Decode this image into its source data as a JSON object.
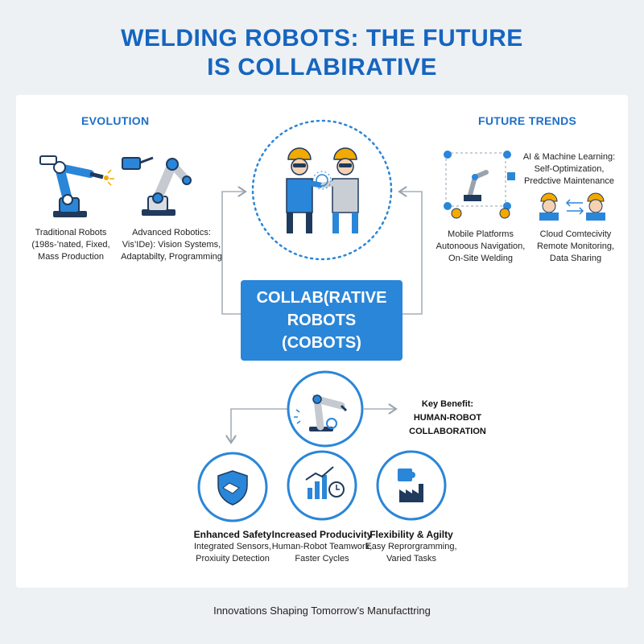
{
  "title": {
    "line1": "WELDING ROBOTS: THE FUTURE",
    "line2": "IS COLLABIRATIVE"
  },
  "evolution": {
    "heading": "EVOLUTION",
    "items": [
      {
        "lines": [
          "Traditional Robots",
          "(198s-’nated, Fixed,",
          "Mass Production"
        ],
        "icon": "robot-arm-icon"
      },
      {
        "lines": [
          "Advanced Robotics:",
          "Vis’IDe): Vision Systems,",
          "Adaptabilty, Programming"
        ],
        "icon": "robot-arm-icon"
      }
    ]
  },
  "future_trends": {
    "heading": "FUTURE TRENDS",
    "items": [
      {
        "lines": [
          "AI & Machine Learning:",
          "Self-Optimization,",
          "Predctive Maintenance"
        ],
        "icon": "ai-network-icon"
      },
      {
        "lines": [
          "Mobile Platforms",
          "Autonoous Navigation,",
          "On-Site Welding"
        ],
        "icon": "mobile-robot-icon"
      },
      {
        "lines": [
          "Cloud Comtecivity",
          "Remote Monitoring,",
          "Data Sharing"
        ],
        "icon": "cloud-workers-icon"
      }
    ]
  },
  "center": {
    "lines": [
      "COLLAB(RATIVE",
      "ROBOTS",
      "(COBOTS)"
    ],
    "accent": "#2a86d8"
  },
  "key_benefit": {
    "lines": [
      "Key Benefit:",
      "HUMAN-ROBOT",
      "COLLABORATION"
    ]
  },
  "benefits": [
    {
      "title": "Enhanced Safety",
      "lines": [
        "Integrated Sensors,",
        "Proxiuity Detection"
      ],
      "icon": "shield-handshake-icon"
    },
    {
      "title": "Increased Producivity",
      "lines": [
        "Human-Robot Teamwork,",
        "Faster Cycles"
      ],
      "icon": "chart-clock-icon"
    },
    {
      "title": "Flexibility & Agilty",
      "lines": [
        "Easy Reprorgramming,",
        "Varied Tasks"
      ],
      "icon": "puzzle-factory-icon"
    }
  ],
  "footer": "Innovations Shaping Tomorrow’s Manufacttring",
  "colors": {
    "brand": "#1565c0",
    "accent": "#2a86d8",
    "background": "#eef1f4"
  }
}
